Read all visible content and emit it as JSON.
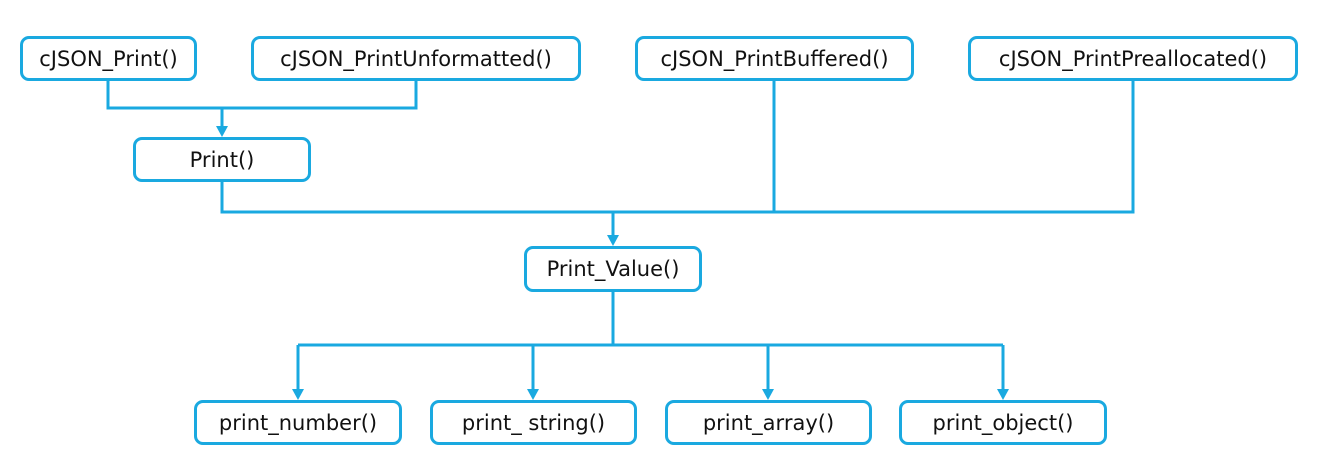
{
  "diagram": {
    "line_color": "#1aa9e0",
    "nodes": {
      "cjson_print": {
        "label": "cJSON_Print()"
      },
      "cjson_print_unformatted": {
        "label": "cJSON_PrintUnformatted()"
      },
      "cjson_print_buffered": {
        "label": "cJSON_PrintBuffered()"
      },
      "cjson_print_preallocated": {
        "label": "cJSON_PrintPreallocated()"
      },
      "print": {
        "label": "Print()"
      },
      "print_value": {
        "label": "Print_Value()"
      },
      "print_number": {
        "label": "print_number()"
      },
      "print_string": {
        "label": "print_ string()"
      },
      "print_array": {
        "label": "print_array()"
      },
      "print_object": {
        "label": "print_object()"
      }
    },
    "edges": [
      {
        "from": "cjson_print",
        "to": "print"
      },
      {
        "from": "cjson_print_unformatted",
        "to": "print"
      },
      {
        "from": "print",
        "to": "print_value"
      },
      {
        "from": "cjson_print_buffered",
        "to": "print_value"
      },
      {
        "from": "cjson_print_preallocated",
        "to": "print_value"
      },
      {
        "from": "print_value",
        "to": "print_number"
      },
      {
        "from": "print_value",
        "to": "print_string"
      },
      {
        "from": "print_value",
        "to": "print_array"
      },
      {
        "from": "print_value",
        "to": "print_object"
      }
    ]
  }
}
